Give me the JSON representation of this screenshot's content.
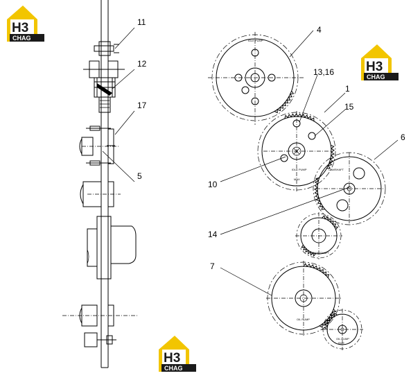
{
  "callouts": {
    "c11": "11",
    "c12": "12",
    "c17": "17",
    "c5": "5",
    "c4": "4",
    "c13": "13,16",
    "c1": "1",
    "c15": "15",
    "c6": "6",
    "c10": "10",
    "c14": "14",
    "c7": "7"
  },
  "gear_texts": {
    "g4_top": "IDLE PUMP",
    "g1_a": "IDLE PUMP",
    "g1_b": "MAX",
    "g6": "CAMSHAFT",
    "gsmall": "CRANKSHAFT",
    "g7": "OIL PUMP",
    "g8_a": "OIL PUMP",
    "g8_b": "IDLE"
  },
  "watermark": {
    "letters": "H3",
    "word": "CHAG"
  },
  "colors": {
    "logo_yellow": "#f2c500",
    "logo_black": "#1a1a1a"
  }
}
